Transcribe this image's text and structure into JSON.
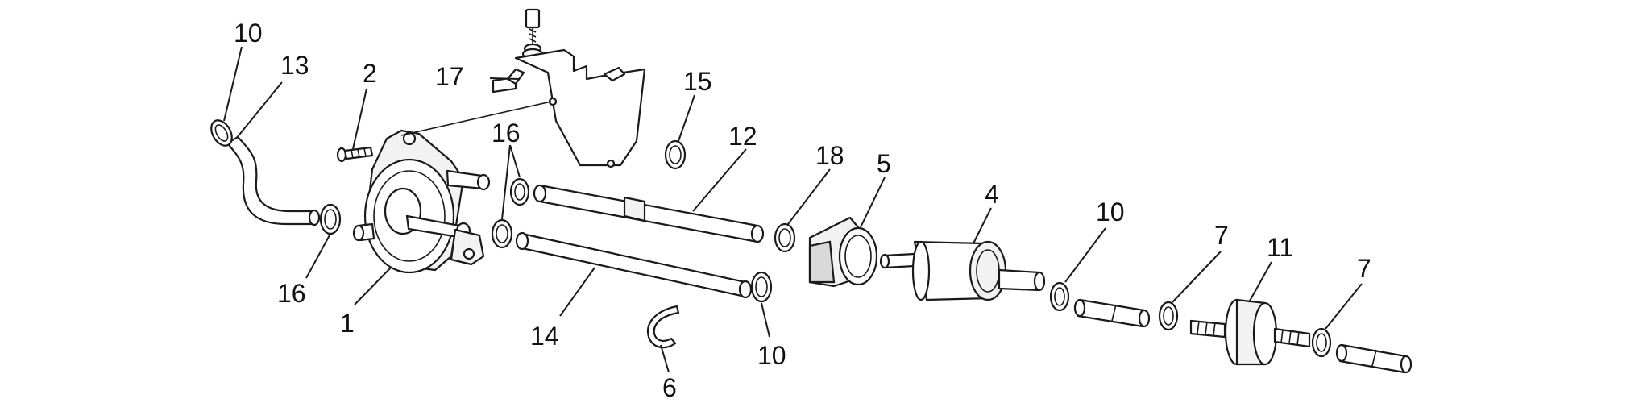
{
  "callouts": {
    "c1": "1",
    "c2": "2",
    "c4": "4",
    "c5": "5",
    "c6": "6",
    "c7a": "7",
    "c7b": "7",
    "c10a": "10",
    "c10b": "10",
    "c10c": "10",
    "c11": "11",
    "c12": "12",
    "c13": "13",
    "c14": "14",
    "c15": "15",
    "c16a": "16",
    "c16b": "16",
    "c17": "17",
    "c18": "18"
  }
}
